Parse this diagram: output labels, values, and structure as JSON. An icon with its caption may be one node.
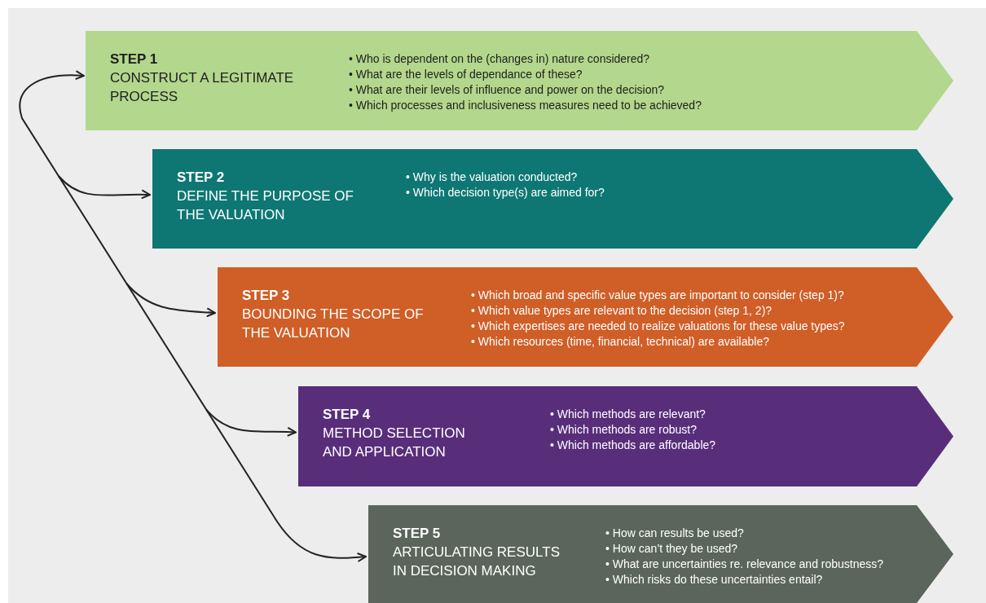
{
  "diagram": {
    "nodes": [
      {
        "text": [
          "STEP 1",
          "CONSTRUCT A LEGITIMATE PROCESS",
          "• Who is dependent on the (changes in) nature considered?",
          "• What are the levels of dependance of these?",
          "• What are their levels of influence and power on the decision?",
          "• Which processes and inclusiveness measures need to be achieved?"
        ]
      },
      {
        "text": [
          "STEP 2",
          "DEFINE THE PURPOSE OF THE VALUATION",
          "• Why is the valuation conducted?",
          "• Which decision type(s) are aimed for?"
        ]
      },
      {
        "text": [
          "STEP 3",
          "BOUNDING THE SCOPE OF THE VALUATION",
          "• Which broad and specific value types are important to consider (step 1)?",
          "• Which value types are relevant to the decision (step 1, 2)?",
          "• Which expertises are needed to realize valuations for these value types?",
          "• Which resources (time, financial, technical) are available?"
        ]
      },
      {
        "text": [
          "STEP 4",
          "METHOD SELECTION AND APPLICATION",
          "• Which methods are relevant?",
          "• Which methods are robust?",
          "• Which methods are affordable?"
        ]
      },
      {
        "text": [
          "STEP 5",
          "ARTICULATING RESULTS IN DECISION MAKING",
          "• How can results be used?",
          "• How can’t they be used?",
          "• What are uncertainties re. relevance and robustness?",
          "• Which risks do these uncertainties entail?"
        ]
      }
    ],
    "edges": [
      {
        "from": 0,
        "to": 4,
        "arrow": "both"
      },
      {
        "from": null,
        "to": 1,
        "arrow": "to"
      },
      {
        "from": null,
        "to": 2,
        "arrow": "to"
      },
      {
        "from": null,
        "to": 3,
        "arrow": "to"
      }
    ]
  }
}
